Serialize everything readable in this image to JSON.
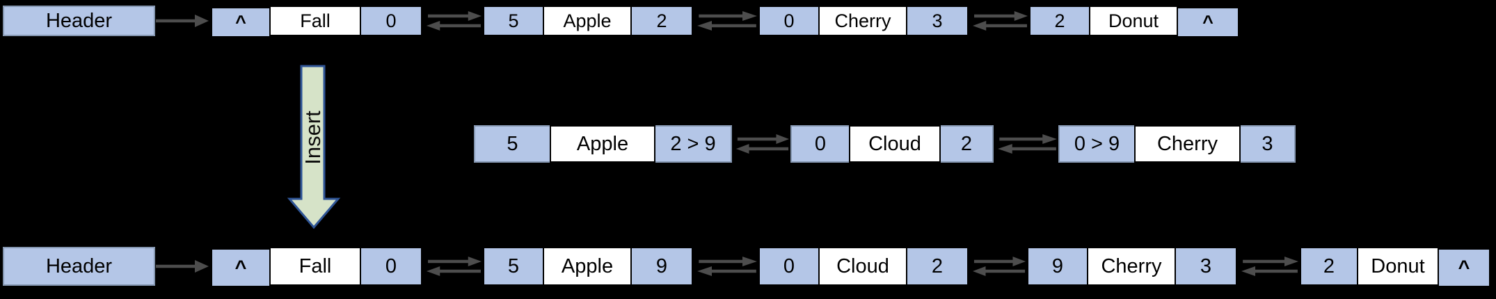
{
  "diagram_title": "doubly-linked-list-insert",
  "insert_arrow": {
    "label": "Insert"
  },
  "before_list": {
    "header_label": "Header",
    "nodes": [
      {
        "prev": "^",
        "value": "Fall",
        "next": "0"
      },
      {
        "prev": "5",
        "value": "Apple",
        "next": "2"
      },
      {
        "prev": "0",
        "value": "Cherry",
        "next": "3"
      },
      {
        "prev": "2",
        "value": "Donut",
        "next": "^"
      }
    ]
  },
  "inserting_segment": {
    "nodes": [
      {
        "prev": "5",
        "value": "Apple",
        "next": "2 > 9"
      },
      {
        "prev": "0",
        "value": "Cloud",
        "next": "2"
      },
      {
        "prev": "0 > 9",
        "value": "Cherry",
        "next": "3"
      }
    ]
  },
  "after_list": {
    "header_label": "Header",
    "nodes": [
      {
        "prev": "^",
        "value": "Fall",
        "next": "0"
      },
      {
        "prev": "5",
        "value": "Apple",
        "next": "9"
      },
      {
        "prev": "0",
        "value": "Cloud",
        "next": "2"
      },
      {
        "prev": "9",
        "value": "Cherry",
        "next": "3"
      },
      {
        "prev": "2",
        "value": "Donut",
        "next": "^"
      }
    ]
  },
  "colors": {
    "background": "#000000",
    "pointer_cell_fill": "#b4c6e7",
    "value_cell_fill": "#ffffff",
    "header_border": "#8496b0",
    "link_arrow_gray": "#4d4d4d",
    "insert_arrow_fill": "#d6e3c8",
    "insert_arrow_border": "#2f5596"
  }
}
